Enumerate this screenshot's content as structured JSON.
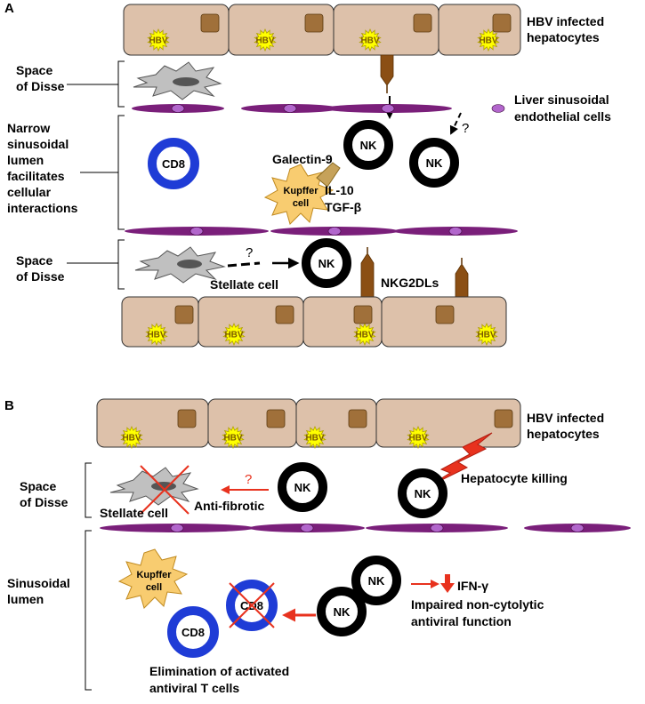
{
  "panels": {
    "a": "A",
    "b": "B"
  },
  "labels": {
    "hbv_infected": [
      "HBV infected",
      "hepatocytes"
    ],
    "space_of_disse": [
      "Space",
      "of Disse"
    ],
    "lsec": [
      "Liver sinusoidal",
      "endothelial cells"
    ],
    "narrow_lumen": [
      "Narrow",
      "sinusoidal",
      "lumen",
      "facilitates",
      "cellular",
      "interactions"
    ],
    "galectin9": "Galectin-9",
    "il10": "IL-10",
    "tgfb": "TGF-β",
    "stellate_cell": "Stellate cell",
    "nkg2dls": "NKG2DLs",
    "question": "?",
    "hepatocyte_killing": "Hepatocyte killing",
    "anti_fibrotic": "Anti-fibrotic",
    "sinusoidal_lumen": [
      "Sinusoidal",
      "lumen"
    ],
    "ifn_gamma": "IFN-γ",
    "impaired": [
      "Impaired non-cytolytic",
      "antiviral function"
    ],
    "elimination": [
      "Elimination of activated",
      "antiviral T cells"
    ]
  },
  "cells": {
    "hbv": "HBV",
    "nk": "NK",
    "cd8": "CD8",
    "kupffer": [
      "Kupffer",
      "cell"
    ]
  },
  "colors": {
    "hepatocyte": "#ddc1aa",
    "nucleus": "#a0703a",
    "hbv_star": "#ffff00",
    "endothelial": "#7a1f7a",
    "endo_nucleus": "#b266cc",
    "nk_ring": "#000000",
    "cd8_ring": "#1f3cd6",
    "kupffer": "#f8cc70",
    "stellate": "#c0c0c0",
    "red": "#e8321e",
    "receptor": "#8b4f14"
  }
}
